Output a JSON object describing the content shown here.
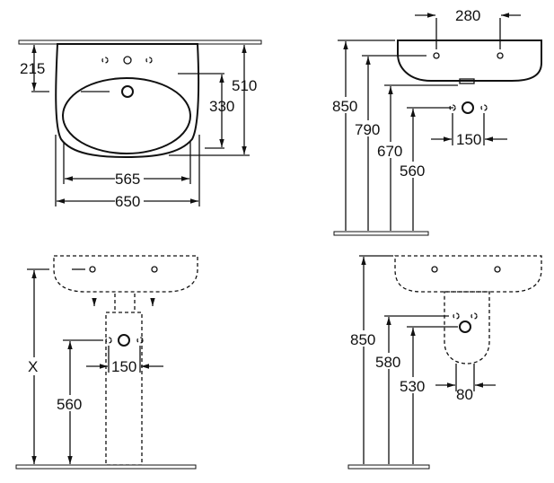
{
  "views": {
    "front_top": {
      "d215": "215",
      "d510": "510",
      "d330": "330",
      "d565": "565",
      "d650": "650"
    },
    "side_top": {
      "d280": "280",
      "d850": "850",
      "d790": "790",
      "d670": "670",
      "d560": "560",
      "d150": "150"
    },
    "front_pedestal": {
      "dx": "X",
      "d150": "150",
      "d560": "560"
    },
    "side_semipedestal": {
      "d850": "850",
      "d580": "580",
      "d530": "530",
      "d80": "80"
    }
  }
}
